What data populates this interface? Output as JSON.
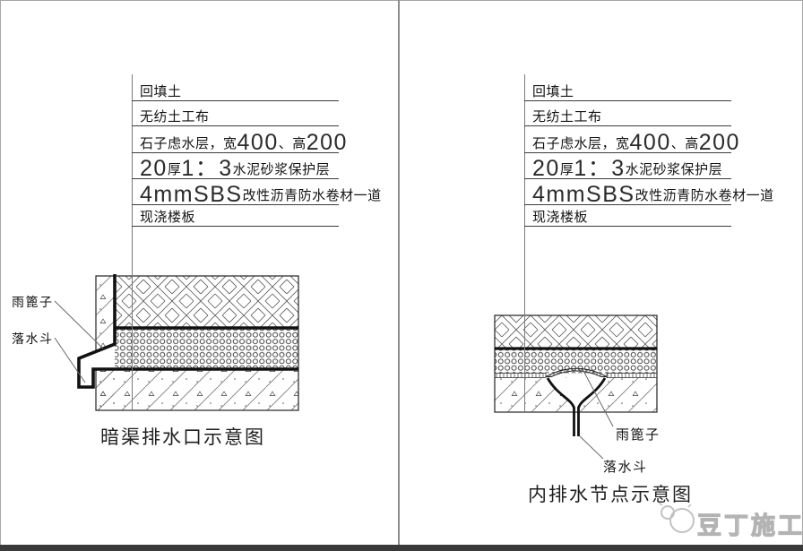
{
  "panels": {
    "left": {
      "layers": {
        "l1": "回填土",
        "l2": "无纺土工布",
        "l3a": "石子虑水层，宽",
        "l3n1": "400",
        "l3b": "、高",
        "l3n2": "200",
        "l4n1": "20",
        "l4a": "厚",
        "l4n2": "1：3",
        "l4b": "水泥砂浆保护层",
        "l5n": "4mmSBS",
        "l5a": "改性沥青防水卷材一道",
        "l6": "现浇楼板"
      },
      "annotations": {
        "grate": "雨篦子",
        "hopper": "落水斗"
      },
      "caption": "暗渠排水口示意图"
    },
    "right": {
      "layers": {
        "l1": "回填土",
        "l2": "无纺土工布",
        "l3a": "石子虑水层，宽",
        "l3n1": "400",
        "l3b": "、高",
        "l3n2": "200",
        "l4n1": "20",
        "l4a": "厚",
        "l4n2": "1：3",
        "l4b": "水泥砂浆保护层",
        "l5n": "4mmSBS",
        "l5a": "改性沥青防水卷材一道",
        "l6": "现浇楼板"
      },
      "annotations": {
        "grate": "雨篦子",
        "hopper": "落水斗"
      },
      "caption": "内排水节点示意图"
    }
  },
  "watermark": {
    "text": "豆丁施工"
  },
  "colors": {
    "line": "#1a1a1a",
    "leader": "#6a6a6a",
    "divider": "#8c8c8c",
    "bottom_bar": "#3a3a3a",
    "watermark": "#b3b3b3"
  }
}
